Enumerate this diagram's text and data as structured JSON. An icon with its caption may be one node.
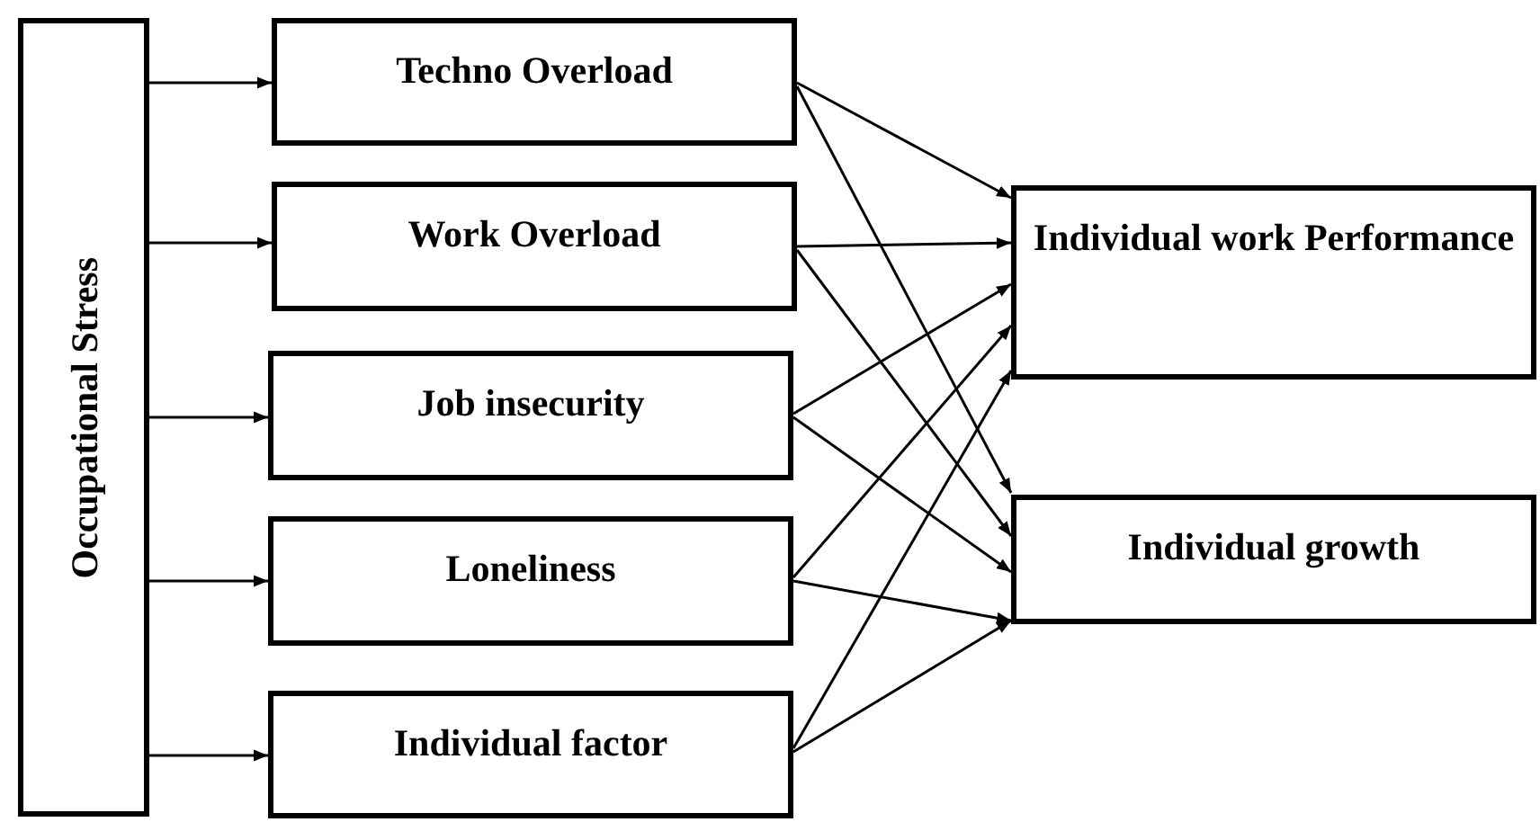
{
  "diagram": {
    "nodes": [
      {
        "text": [
          "Occupational Stress"
        ]
      },
      {
        "text": [
          "Techno Overload"
        ]
      },
      {
        "text": [
          "Work Overload"
        ]
      },
      {
        "text": [
          "Job insecurity"
        ]
      },
      {
        "text": [
          "Loneliness"
        ]
      },
      {
        "text": [
          "Individual factor"
        ]
      },
      {
        "text": [
          "Individual work Performance"
        ]
      },
      {
        "text": [
          "Individual growth"
        ]
      }
    ],
    "edges": [
      {
        "from": 0,
        "to": 1,
        "arrow": "to"
      },
      {
        "from": 0,
        "to": 2,
        "arrow": "to"
      },
      {
        "from": 0,
        "to": 3,
        "arrow": "to"
      },
      {
        "from": 0,
        "to": 4,
        "arrow": "to"
      },
      {
        "from": 0,
        "to": 5,
        "arrow": "to"
      },
      {
        "from": 1,
        "to": 6,
        "arrow": "to"
      },
      {
        "from": 1,
        "to": 7,
        "arrow": "to"
      },
      {
        "from": 2,
        "to": 6,
        "arrow": "to"
      },
      {
        "from": 2,
        "to": 7,
        "arrow": "to"
      },
      {
        "from": 3,
        "to": 6,
        "arrow": "to"
      },
      {
        "from": 3,
        "to": 7,
        "arrow": "to"
      },
      {
        "from": 4,
        "to": 6,
        "arrow": "to"
      },
      {
        "from": 4,
        "to": 7,
        "arrow": "to"
      },
      {
        "from": 5,
        "to": 6,
        "arrow": "to"
      },
      {
        "from": 5,
        "to": 7,
        "arrow": "to"
      }
    ]
  }
}
